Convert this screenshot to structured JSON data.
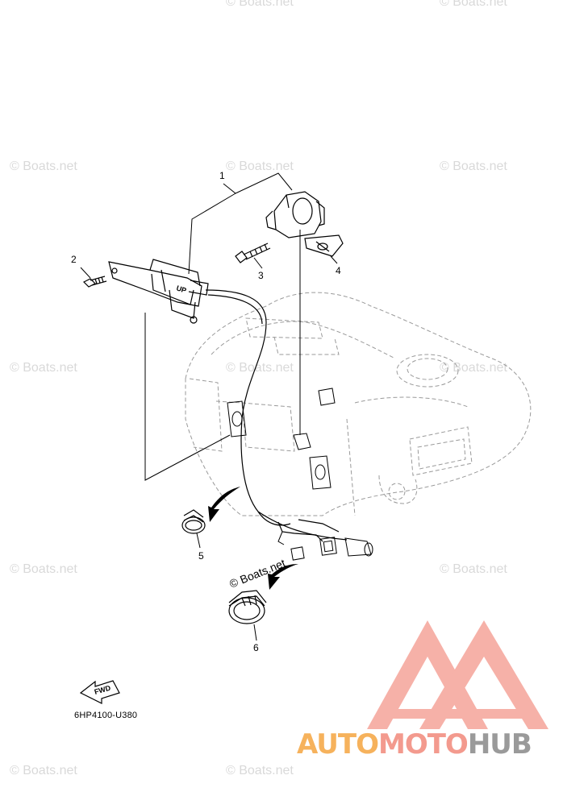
{
  "callouts": [
    "1",
    "2",
    "3",
    "4",
    "5",
    "6"
  ],
  "part_code": "6HP4100-U380",
  "fwd_label": "FWD",
  "wheel_label": "UP",
  "watermark": "© Boats.net",
  "center_watermark": "© Boats.net",
  "logo": {
    "part1": "AUTO",
    "part2": "MOTO",
    "part3": "HUB"
  },
  "colors": {
    "line": "#000000",
    "engine": "#9a9a9a",
    "watermark": "#d9d9d9",
    "logo_red": "#f39a8e",
    "logo_orange": "#f6b25c",
    "logo_gray": "#9a9a9a"
  }
}
